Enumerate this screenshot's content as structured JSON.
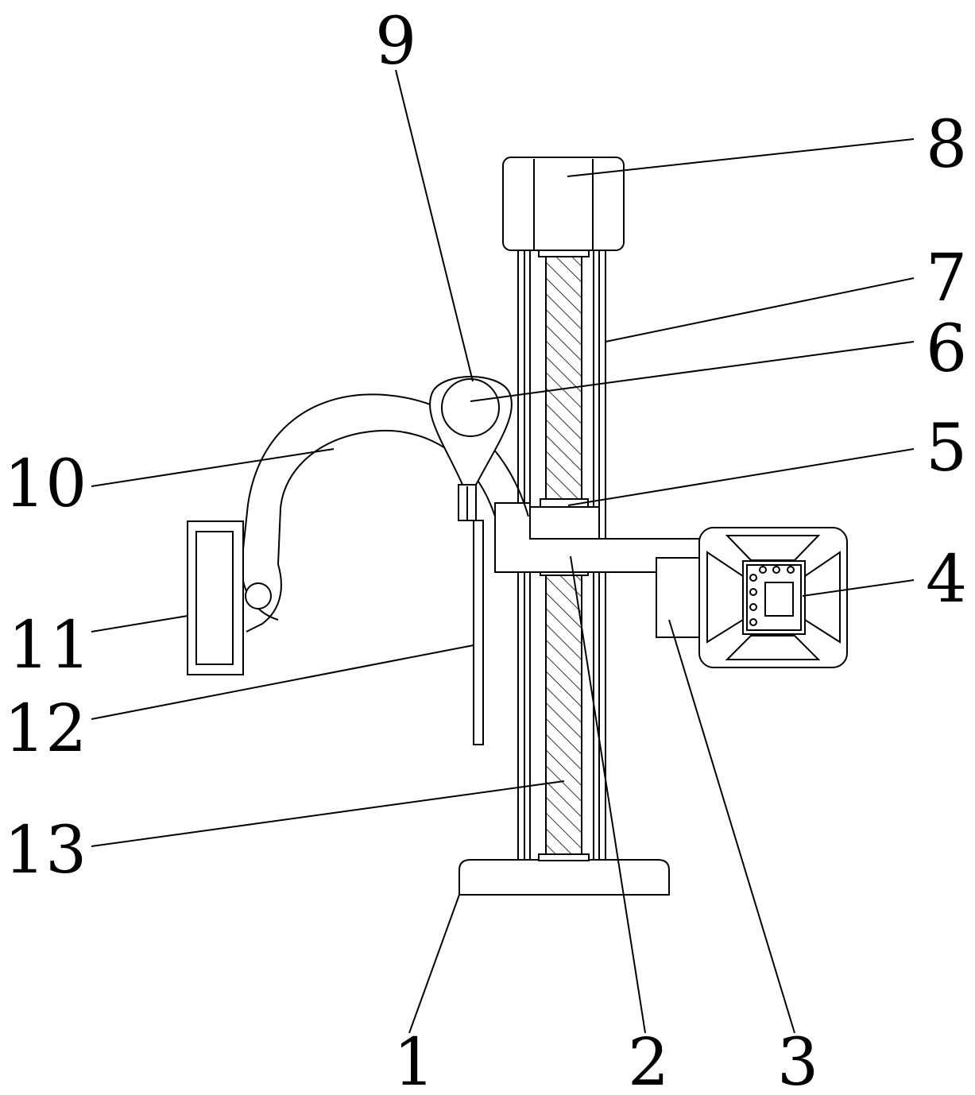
{
  "figure": {
    "line_color": "#000000",
    "background": "#ffffff",
    "callouts": [
      {
        "id": "c1",
        "label": "1"
      },
      {
        "id": "c2",
        "label": "2"
      },
      {
        "id": "c3",
        "label": "3"
      },
      {
        "id": "c4",
        "label": "4"
      },
      {
        "id": "c5",
        "label": "5"
      },
      {
        "id": "c6",
        "label": "6"
      },
      {
        "id": "c7",
        "label": "7"
      },
      {
        "id": "c8",
        "label": "8"
      },
      {
        "id": "c9",
        "label": "9"
      },
      {
        "id": "c10",
        "label": "10"
      },
      {
        "id": "c11",
        "label": "11"
      },
      {
        "id": "c12",
        "label": "12"
      },
      {
        "id": "c13",
        "label": "13"
      }
    ]
  }
}
